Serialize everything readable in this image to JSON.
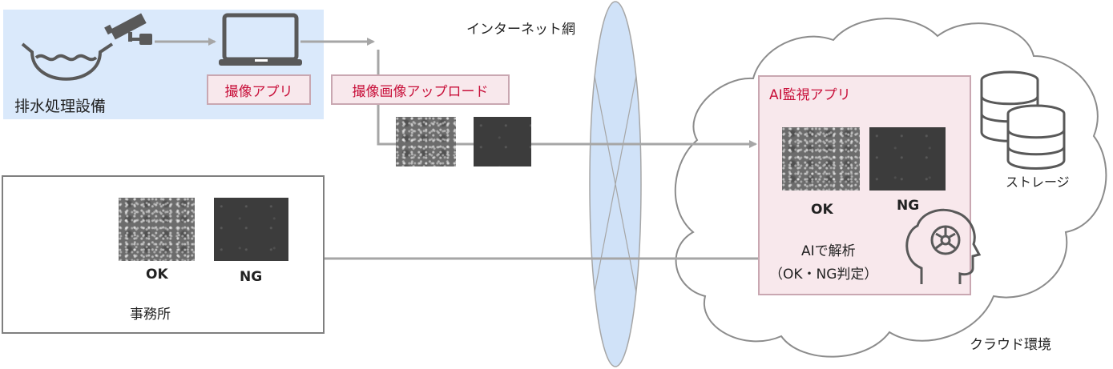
{
  "facility": {
    "label": "排水処理設備"
  },
  "camera_app": {
    "label": "撮像アプリ"
  },
  "upload": {
    "label": "撮像画像アップロード"
  },
  "internet": {
    "label": "インターネット網"
  },
  "cloud": {
    "label": "クラウド環境",
    "app_title": "AI監視アプリ",
    "ok_label": "OK",
    "ng_label": "NG",
    "analysis_line1": "AIで解析",
    "analysis_line2": "（OK・NG判定）",
    "storage_label": "ストレージ"
  },
  "office": {
    "label": "事務所",
    "ok_label": "OK",
    "ng_label": "NG"
  },
  "colors": {
    "facility_bg": "#dae9fb",
    "app_box_bg": "#f8e8ec",
    "app_text": "#c8103a",
    "arrow": "#a6a6a6",
    "icon": "#595959",
    "ellipse_fill": "#d0e2f8"
  }
}
